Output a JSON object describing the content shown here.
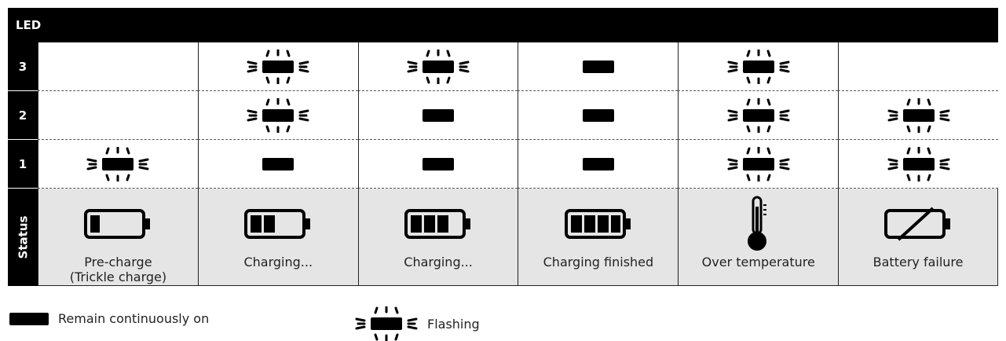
{
  "table": {
    "header": "LED",
    "status_label": "Status",
    "levels": [
      {
        "label": "3",
        "states": [
          "off",
          "flash",
          "flash",
          "on",
          "flash",
          "off"
        ]
      },
      {
        "label": "2",
        "states": [
          "off",
          "flash",
          "on",
          "on",
          "flash",
          "flash"
        ]
      },
      {
        "label": "1",
        "states": [
          "flash",
          "on",
          "on",
          "on",
          "flash",
          "flash"
        ]
      }
    ],
    "statuses": [
      {
        "icon": "battery-1-bar-icon",
        "line1": "Pre-charge",
        "line2": "(Trickle charge)"
      },
      {
        "icon": "battery-2-bar-icon",
        "line1": "Charging...",
        "line2": ""
      },
      {
        "icon": "battery-3-bar-icon",
        "line1": "Charging...",
        "line2": ""
      },
      {
        "icon": "battery-full-icon",
        "line1": "Charging finished",
        "line2": ""
      },
      {
        "icon": "thermometer-icon",
        "line1": "Over temperature",
        "line2": ""
      },
      {
        "icon": "battery-failure-icon",
        "line1": "Battery failure",
        "line2": ""
      }
    ]
  },
  "legend": {
    "on_label": "Remain continuously on",
    "flash_label": "Flashing"
  },
  "colors": {
    "led": "#000000",
    "status_bg": "#e5e5e5",
    "header_bg": "#000000"
  }
}
